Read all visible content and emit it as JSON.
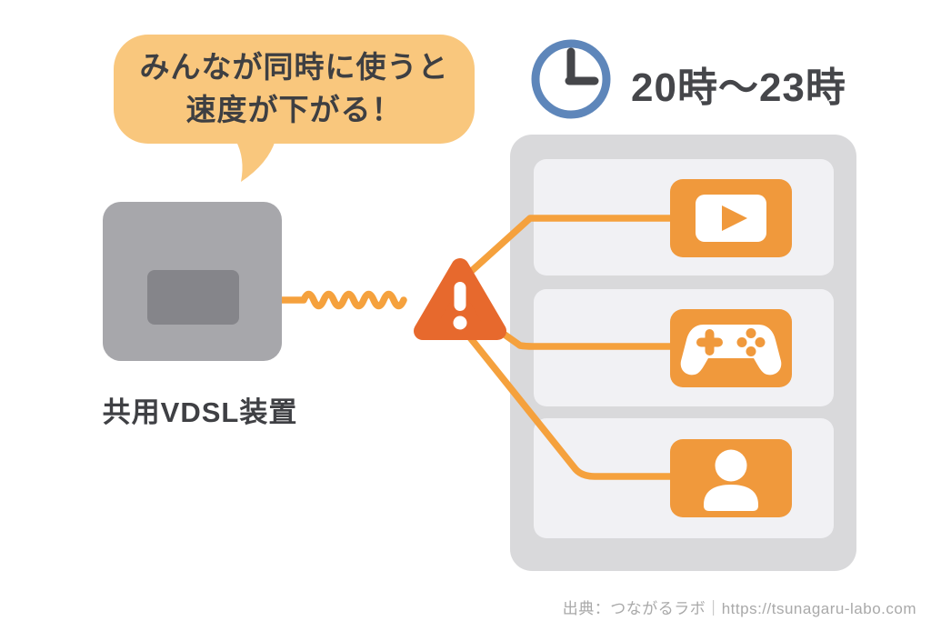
{
  "bubble": {
    "line1": "みんなが同時に使うと",
    "line2": "速度が下がる！"
  },
  "time_range": "20時〜23時",
  "vdsl_label": "共用VDSL装置",
  "footer_credit": "出典：つながるラボ｜https://tsunagaru-labo.com",
  "icons": {
    "clock": "clock-icon",
    "warning": "warning-icon",
    "video": "video-play-icon",
    "gamepad": "gamepad-icon",
    "person": "person-icon"
  },
  "colors": {
    "bubble_bg": "#F9C77D",
    "line_orange": "#F5A13D",
    "box_orange": "#F0993C",
    "warning_orange": "#E7692D",
    "clock_blue": "#5E86BA",
    "device_gray": "#A7A7AB",
    "device_screen_gray": "#85858A",
    "building_gray": "#D9D9DB",
    "unit_gray": "#F1F1F4",
    "text_dark": "#3F4044",
    "footer_gray": "#A9A9A9"
  }
}
